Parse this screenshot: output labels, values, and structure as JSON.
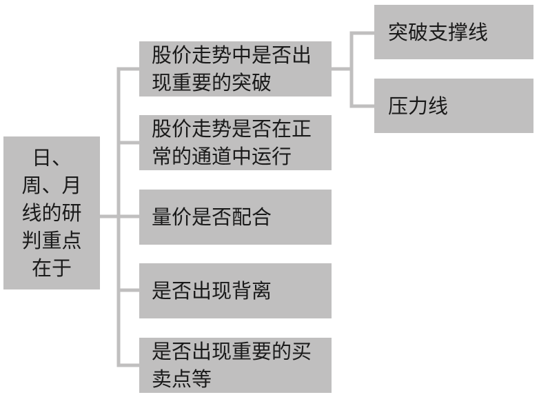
{
  "diagram": {
    "root": {
      "label": "日、周、月线的研判重点在于"
    },
    "branches": [
      {
        "label": "股价走势中是否出现重要的突破",
        "children": [
          {
            "label": "突破支撑线"
          },
          {
            "label": "压力线"
          }
        ]
      },
      {
        "label": "股价走势是否在正常的通道中运行"
      },
      {
        "label": "量价是否配合"
      },
      {
        "label": "是否出现背离"
      },
      {
        "label": "是否出现重要的买卖点等"
      }
    ],
    "colors": {
      "box_fill": "#c0bfbf",
      "connector": "#c0bfbf",
      "text": "#1a1a1a"
    }
  }
}
